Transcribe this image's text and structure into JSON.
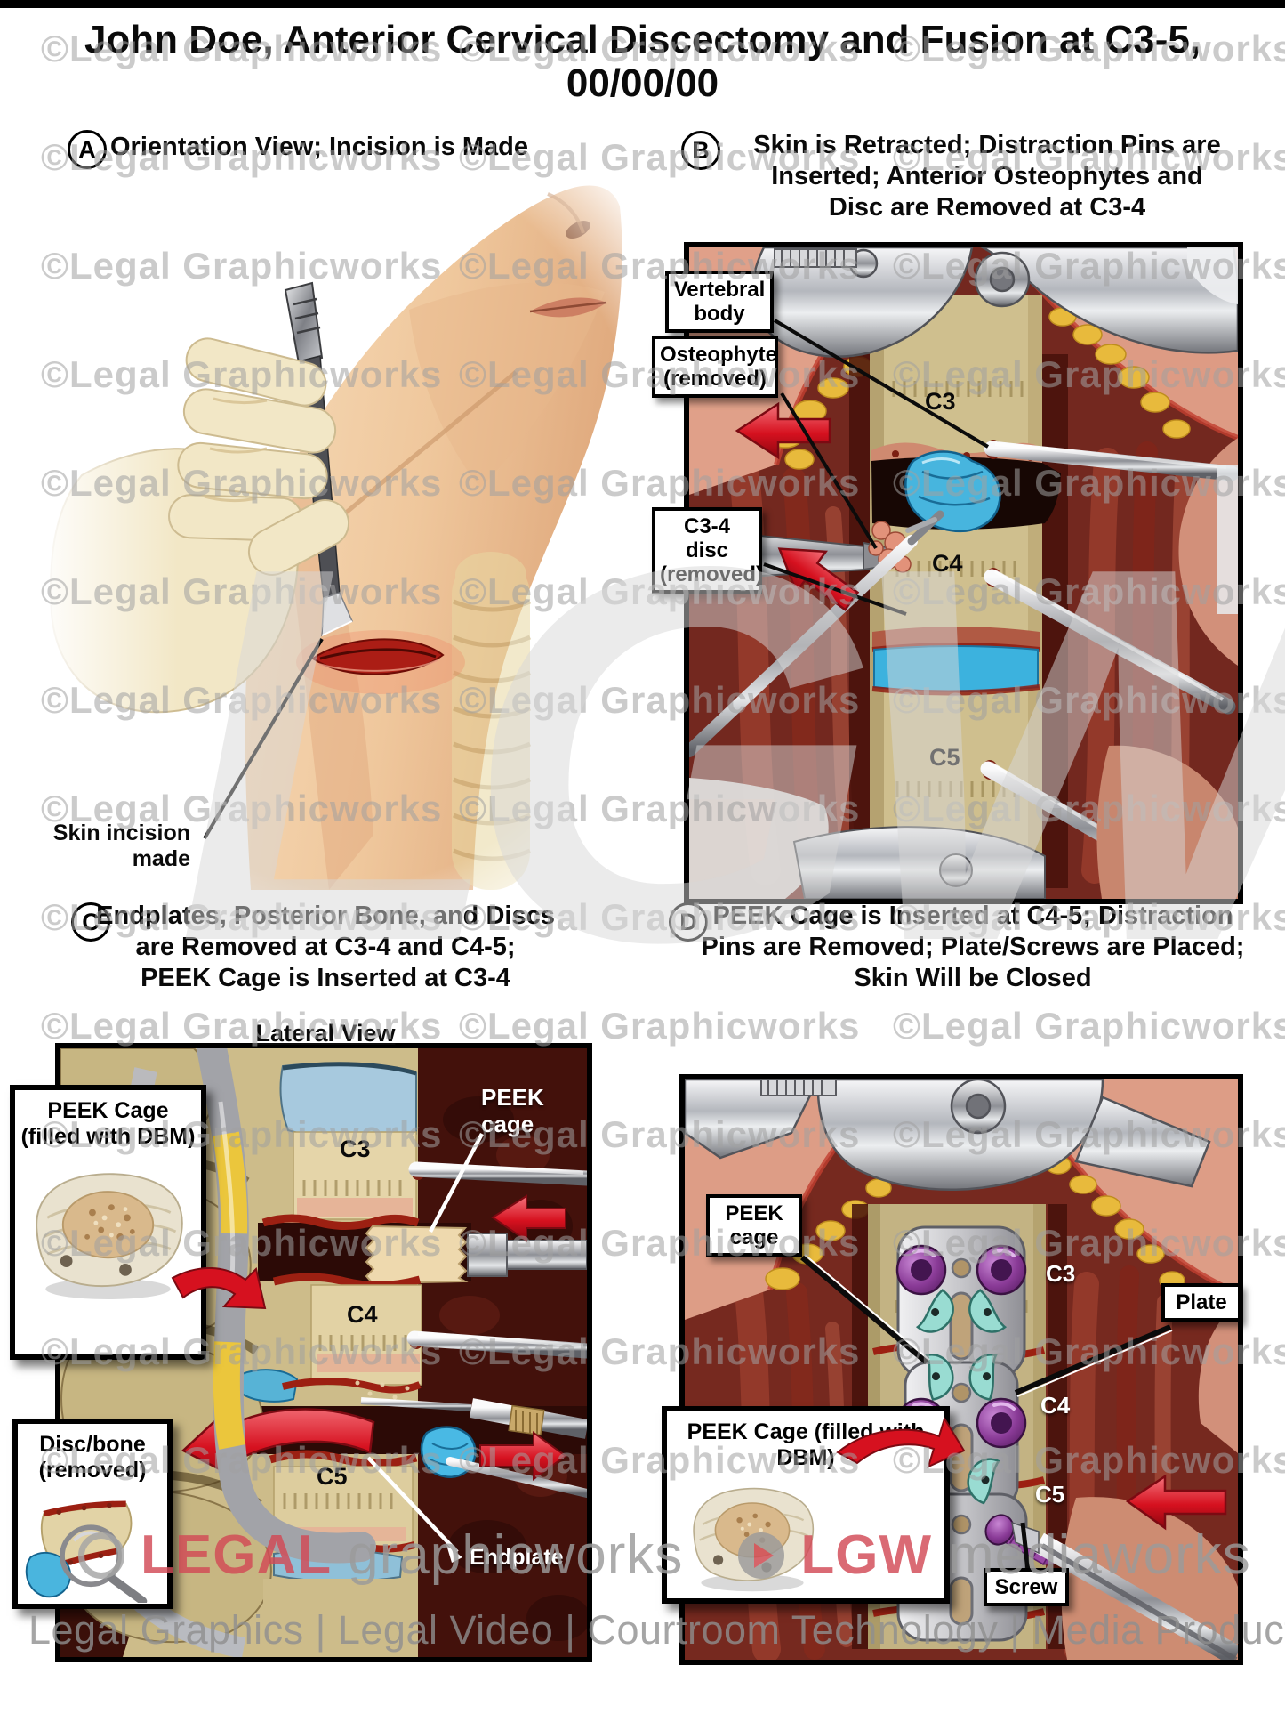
{
  "page": {
    "title_line1": "John Doe, Anterior Cervical Discectomy and Fusion at C3-5,",
    "title_line2": "00/00/00",
    "watermark_tile": "©Legal Graphicworks",
    "watermark_big": "LGW",
    "footer_brand_legal": "LEGAL",
    "footer_brand_graphicworks": "graphicworks",
    "footer_brand_lgw": "LGW",
    "footer_brand_mediaworks": "mediaworks",
    "footer_services": "Legal Graphics | Legal Video | Courtroom Technology | Media Production"
  },
  "panel_a": {
    "letter": "A",
    "title": "Orientation View; Incision is Made",
    "label_skin_incision": "Skin incision made"
  },
  "panel_b": {
    "letter": "B",
    "title_line1": "Skin is Retracted; Distraction Pins are",
    "title_line2": "Inserted; Anterior Osteophytes and",
    "title_line3": "Disc are Removed at C3-4",
    "label_vertebral_body": "Vertebral body",
    "label_osteophyte": "Osteophyte (removed)",
    "label_c34_disc": "C3-4 disc (removed)",
    "label_c3": "C3",
    "label_c4": "C4",
    "label_c5": "C5"
  },
  "panel_c": {
    "letter": "C",
    "title_line1": "Endplates, Posterior Bone, and Discs",
    "title_line2": "are Removed at C3-4 and C4-5;",
    "title_line3": "PEEK Cage is Inserted at C3-4",
    "subtitle": "Lateral View",
    "label_inset_peek": "PEEK Cage (filled with DBM)",
    "label_peek_cage": "PEEK cage",
    "label_c3": "C3",
    "label_c4": "C4",
    "label_c5": "C5",
    "label_inset_disc": "Disc/bone (removed)",
    "label_endplate": "Endplate"
  },
  "panel_d": {
    "letter": "D",
    "title_line1": "PEEK Cage is Inserted at C4-5; Distraction",
    "title_line2": "Pins are Removed; Plate/Screws are Placed;",
    "title_line3": "Skin Will be Closed",
    "label_peek_cage": "PEEK cage",
    "label_plate": "Plate",
    "label_c3": "C3",
    "label_c4": "C4",
    "label_c5": "C5",
    "label_inset_peek": "PEEK Cage (filled with DBM)",
    "label_screw": "Screw"
  },
  "colors": {
    "arrow_red": "#d6111f",
    "disc_blue": "#45b4dd",
    "bone_tan": "#cfbf8e",
    "muscle_red": "#7e2d24",
    "screw_purple": "#8a3b97",
    "clip_teal": "#98dcd2",
    "watermark_gray": "#a0a0a0",
    "brand_red": "#d24a56"
  }
}
